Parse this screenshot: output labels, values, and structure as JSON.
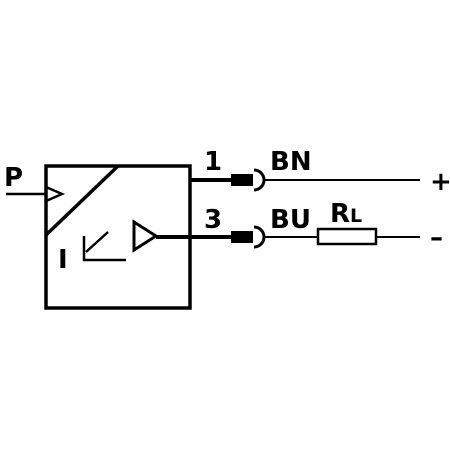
{
  "diagram": {
    "input_label": "P",
    "output_label": "I",
    "terminals": [
      {
        "number": "1",
        "wire_color": "BN",
        "polarity": "+"
      },
      {
        "number": "3",
        "wire_color": "BU",
        "polarity": "–"
      }
    ],
    "load": {
      "symbol": "R",
      "subscript": "L"
    }
  },
  "colors": {
    "ink": "#000000",
    "background": "#ffffff"
  }
}
